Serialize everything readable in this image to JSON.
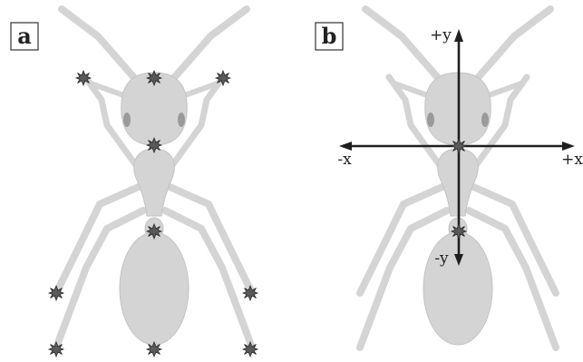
{
  "panels": [
    {
      "label": "a",
      "markers": 10
    },
    {
      "label": "b",
      "axes": {
        "y_pos": "+y",
        "y_neg": "-y",
        "x_pos": "+x",
        "x_neg": "-x"
      }
    }
  ],
  "colors": {
    "ant": "#d4d4d4",
    "marker": "#595959",
    "axis": "#1f1f1f"
  }
}
